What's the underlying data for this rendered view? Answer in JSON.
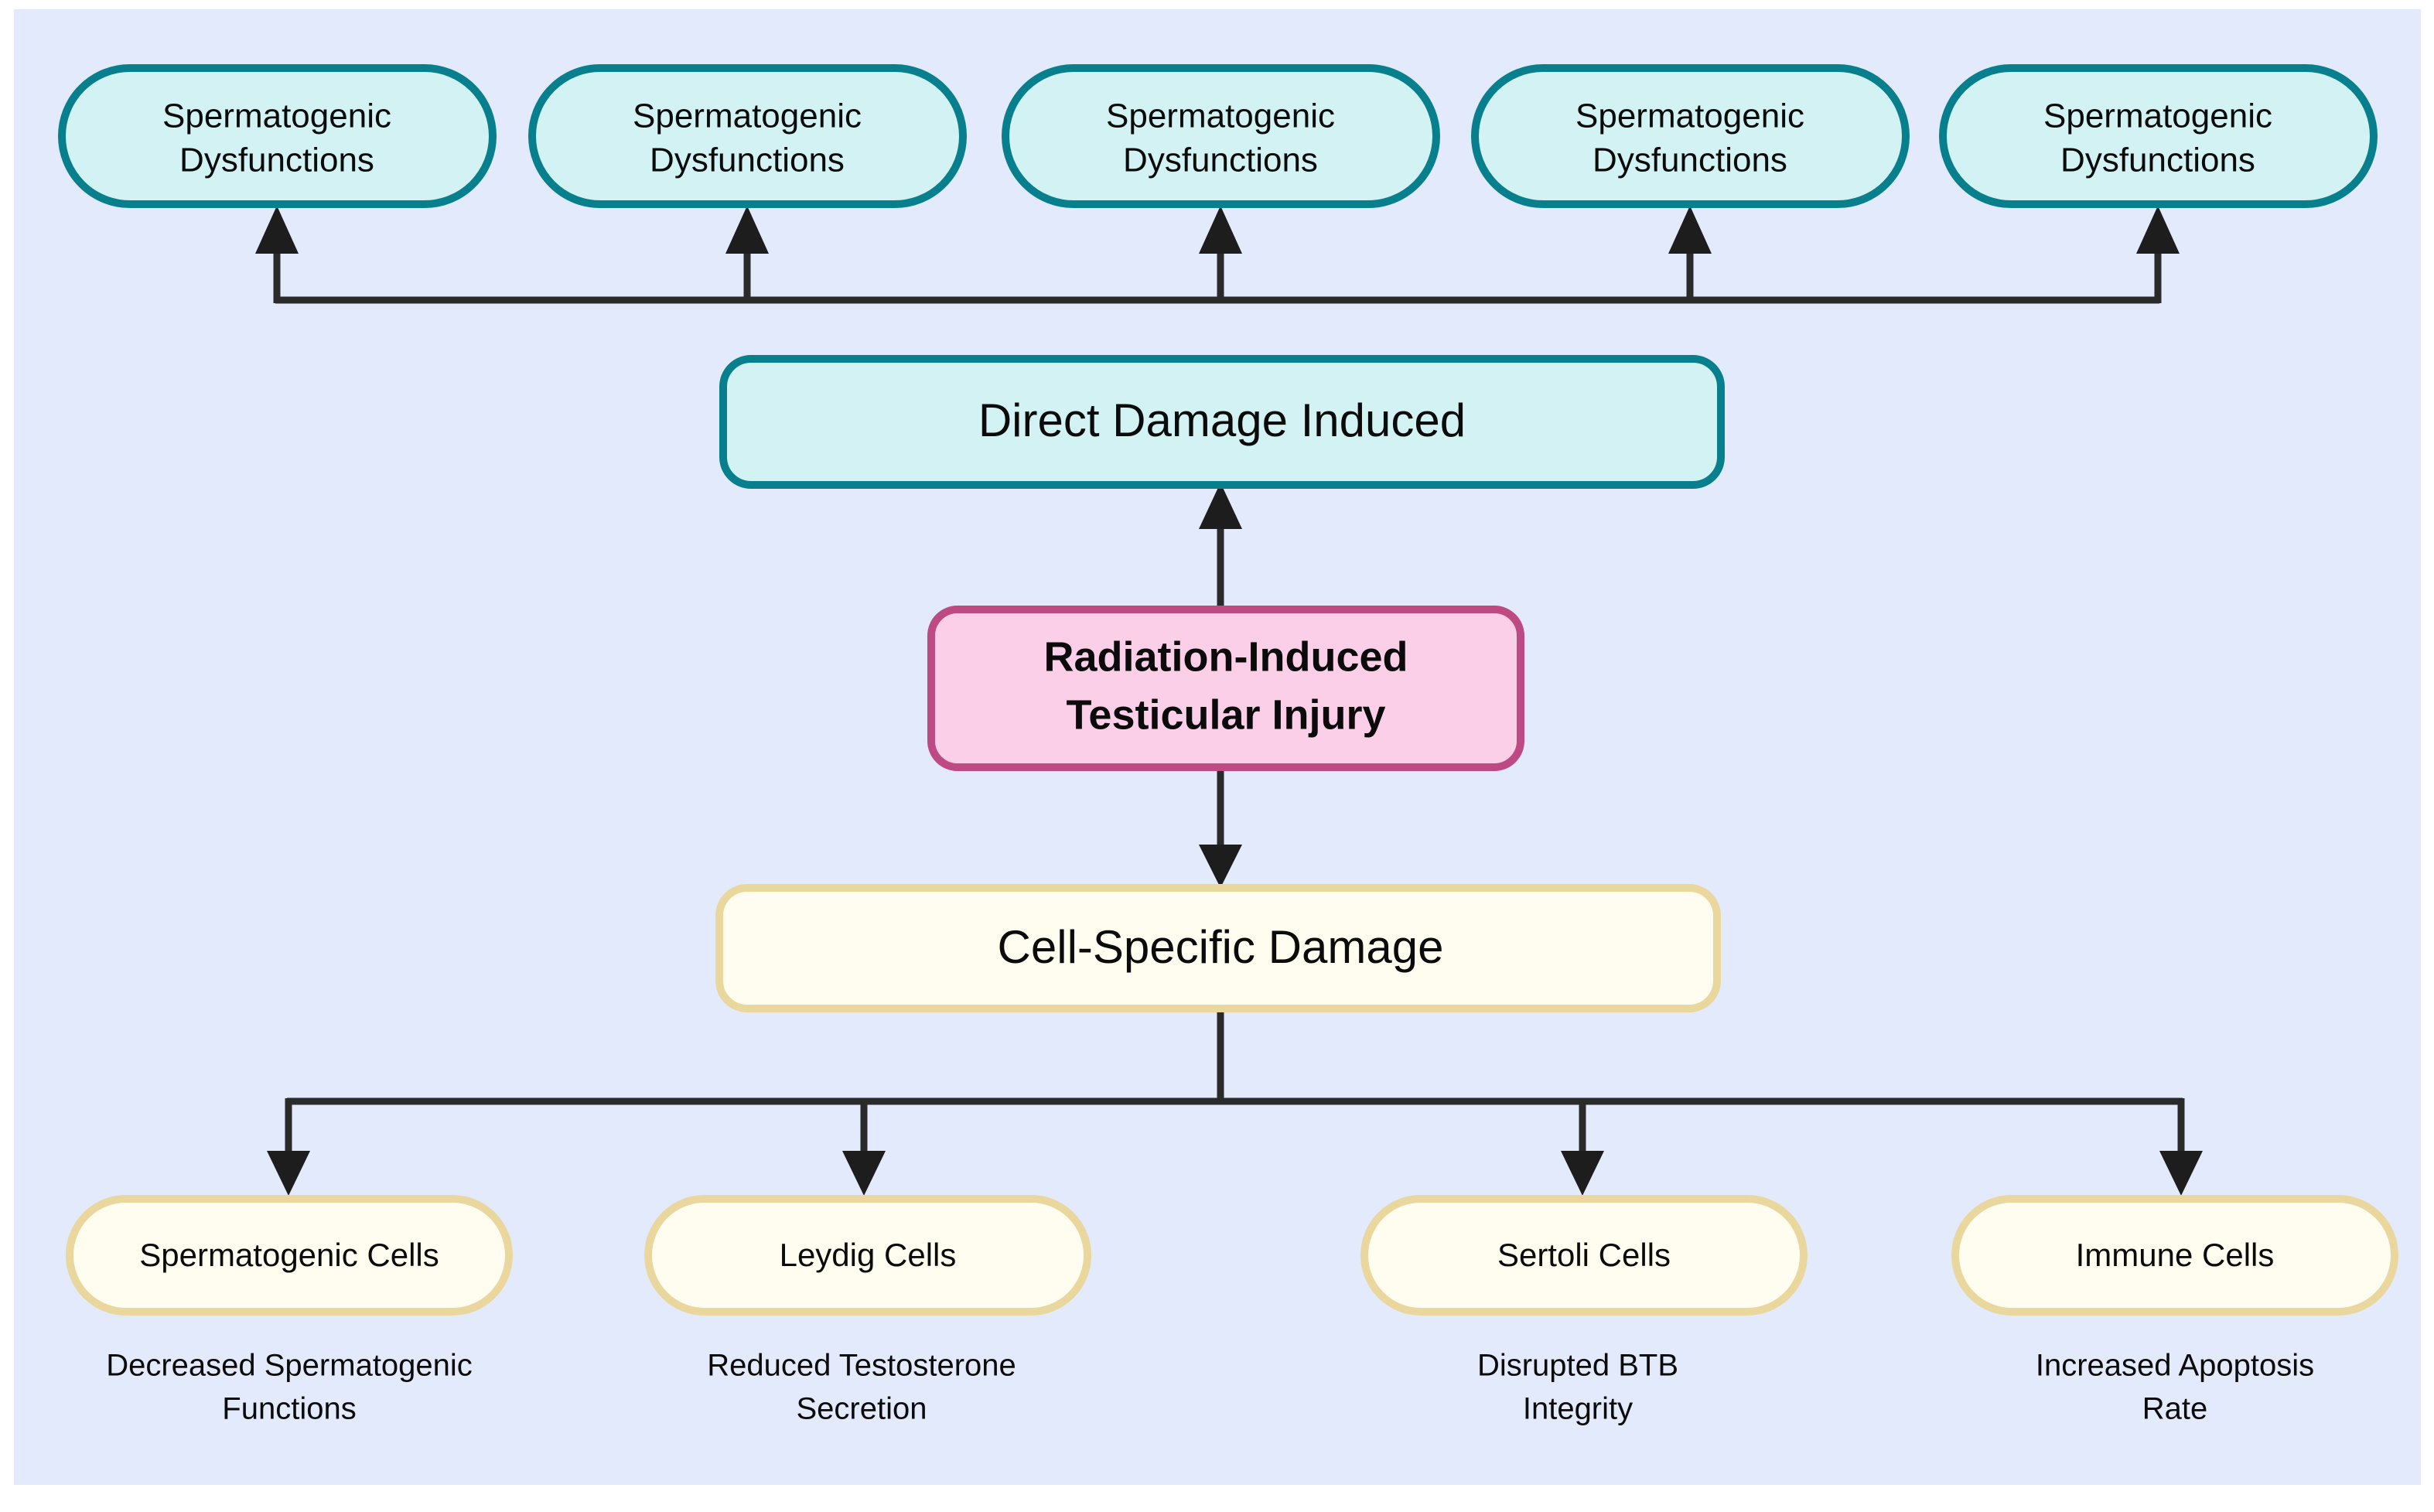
{
  "canvas": {
    "background_color": "#e3eafb",
    "page_background": "#ffffff"
  },
  "palette": {
    "teal_fill": "#d2f2f3",
    "teal_stroke": "#087f8c",
    "pink_fill": "#fbcfe8",
    "pink_stroke": "#bd4a82",
    "cream_fill": "#fffdf0",
    "cream_stroke": "#e9d79e",
    "edge_color": "#2a2a2a",
    "text_color": "#0b0b0b"
  },
  "center": {
    "line1": "Radiation-Induced",
    "line2": "Testicular Injury"
  },
  "stages": {
    "upper": "Direct Damage Induced",
    "lower": "Cell-Specific Damage"
  },
  "outcomes": [
    {
      "line1": "Spermatogenic",
      "line2": "Dysfunctions"
    },
    {
      "line1": "Spermatogenic",
      "line2": "Dysfunctions"
    },
    {
      "line1": "Spermatogenic",
      "line2": "Dysfunctions"
    },
    {
      "line1": "Spermatogenic",
      "line2": "Dysfunctions"
    },
    {
      "line1": "Spermatogenic",
      "line2": "Dysfunctions"
    }
  ],
  "cell_types": [
    {
      "name": "Spermatogenic Cells",
      "caption_line1": "Decreased Spermatogenic",
      "caption_line2": "Functions"
    },
    {
      "name": "Leydig Cells",
      "caption_line1": "Reduced Testosterone",
      "caption_line2": "Secretion"
    },
    {
      "name": "Sertoli Cells",
      "caption_line1": "Disrupted BTB",
      "caption_line2": "Integrity"
    },
    {
      "name": "Immune Cells",
      "caption_line1": "Increased Apoptosis",
      "caption_line2": "Rate"
    }
  ]
}
